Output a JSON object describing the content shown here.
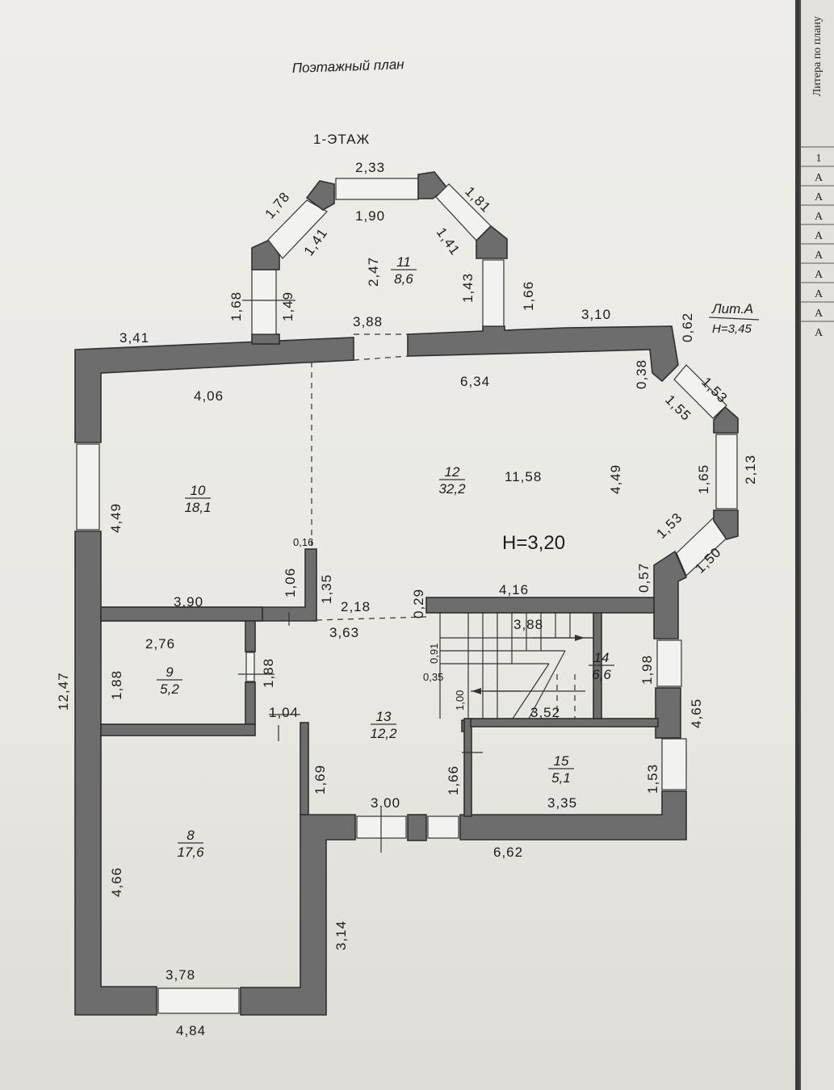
{
  "title": "Поэтажный план",
  "floor": "1-ЭТАЖ",
  "liter": "Лит.А",
  "liter_height": "Н=3,45",
  "floor_height": "Н=3,20",
  "side_header": "Литера по плану",
  "side_cells": [
    "1",
    "А",
    "А",
    "А",
    "А",
    "А",
    "А",
    "А",
    "А",
    "А"
  ],
  "rooms": [
    {
      "num": "8",
      "area": "17,6"
    },
    {
      "num": "9",
      "area": "5,2"
    },
    {
      "num": "10",
      "area": "18,1"
    },
    {
      "num": "11",
      "area": "8,6"
    },
    {
      "num": "12",
      "area": "32,2"
    },
    {
      "num": "13",
      "area": "12,2"
    },
    {
      "num": "14",
      "area": "6,6"
    },
    {
      "num": "15",
      "area": "5,1"
    }
  ],
  "dims": [
    "2,33",
    "1,78",
    "1,81",
    "1,90",
    "1,41",
    "1,41",
    "2,47",
    "1,68",
    "1,49",
    "1,43",
    "1,66",
    "3,88",
    "3,41",
    "3,10",
    "0,62",
    "0,38",
    "6,34",
    "4,06",
    "1,53",
    "1,55",
    "11,58",
    "4,49",
    "4,49",
    "2,13",
    "1,65",
    "0,16",
    "1,53",
    "1,50",
    "1,06",
    "1,35",
    "0,57",
    "3,90",
    "2,18",
    "0,29",
    "4,16",
    "3,63",
    "3,88",
    "2,76",
    "0,91",
    "0,35",
    "1,98",
    "1,88",
    "1,88",
    "1,00",
    "12,47",
    "1,04",
    "3,52",
    "4,65",
    "1,69",
    "1,66",
    "1,53",
    "3,00",
    "3,35",
    "6,62",
    "4,66",
    "3,14",
    "3,78",
    "4,84"
  ]
}
